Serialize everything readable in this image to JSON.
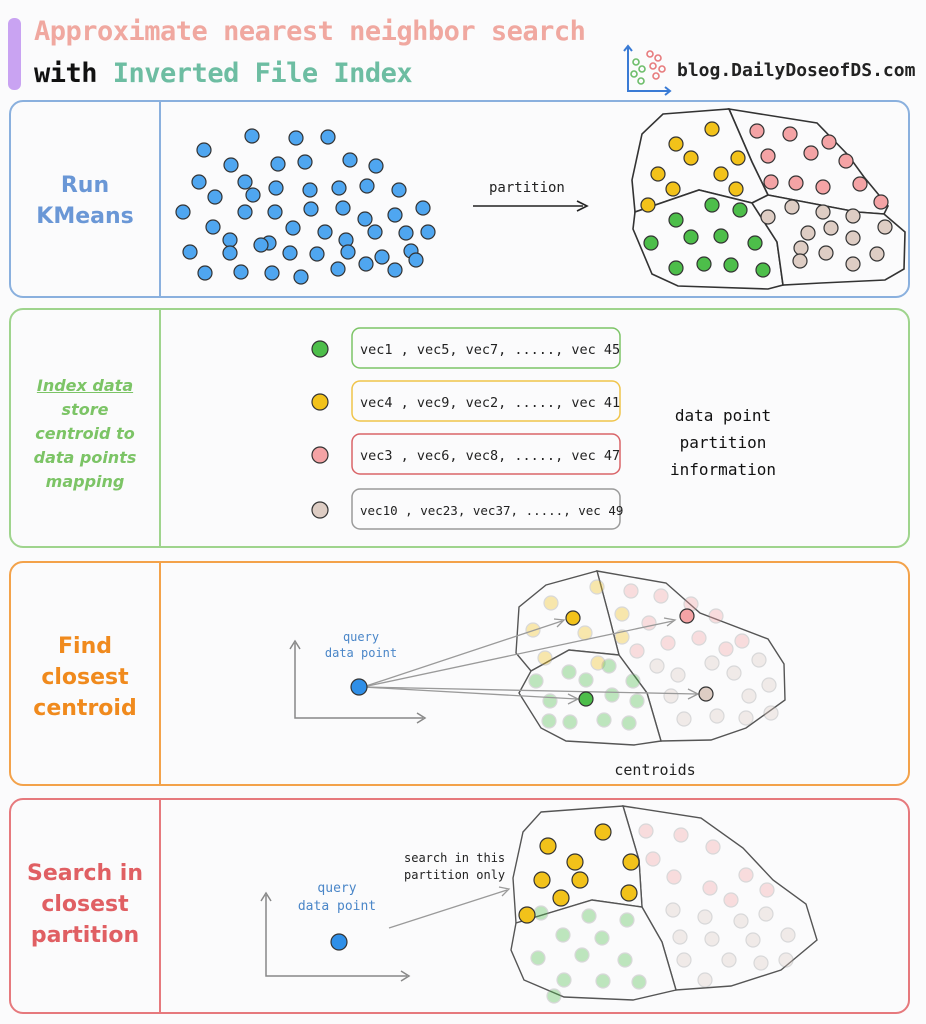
{
  "header": {
    "title_line1": "Approximate nearest neighbor search",
    "title_line2_prefix": "with ",
    "title_line2_highlight": "Inverted File Index",
    "brand": "blog.DailyDoseofDS.com"
  },
  "colors": {
    "blue": "#4fa6f0",
    "green": "#4dbe4a",
    "yellow": "#f2c21a",
    "pink": "#f4a3a5",
    "taupe": "#decdc4"
  },
  "step1": {
    "label_lines": [
      "Run",
      "KMeans"
    ],
    "arrow_label": "partition"
  },
  "step2": {
    "label_title": "Index data",
    "label_lines": [
      "store",
      "centroid to",
      "data points",
      "mapping"
    ],
    "lists": [
      {
        "color": "green",
        "text": "vec1 , vec5, vec7, ....., vec 45"
      },
      {
        "color": "yellow",
        "text": "vec4 , vec9, vec2, ....., vec 41"
      },
      {
        "color": "pink",
        "text": "vec3 , vec6, vec8, ....., vec 47"
      },
      {
        "color": "taupe",
        "text": "vec10 , vec23, vec37, ....., vec 49"
      }
    ],
    "note_lines": [
      "data point",
      "partition",
      "information"
    ]
  },
  "step3": {
    "label_lines": [
      "Find",
      "closest",
      "centroid"
    ],
    "query_lines": [
      "query",
      "data point"
    ],
    "caption": "centroids"
  },
  "step4": {
    "label_lines": [
      "Search in",
      "closest",
      "partition"
    ],
    "query_lines": [
      "query",
      "data point"
    ],
    "annotation_lines": [
      "search in this",
      "partition only"
    ]
  }
}
